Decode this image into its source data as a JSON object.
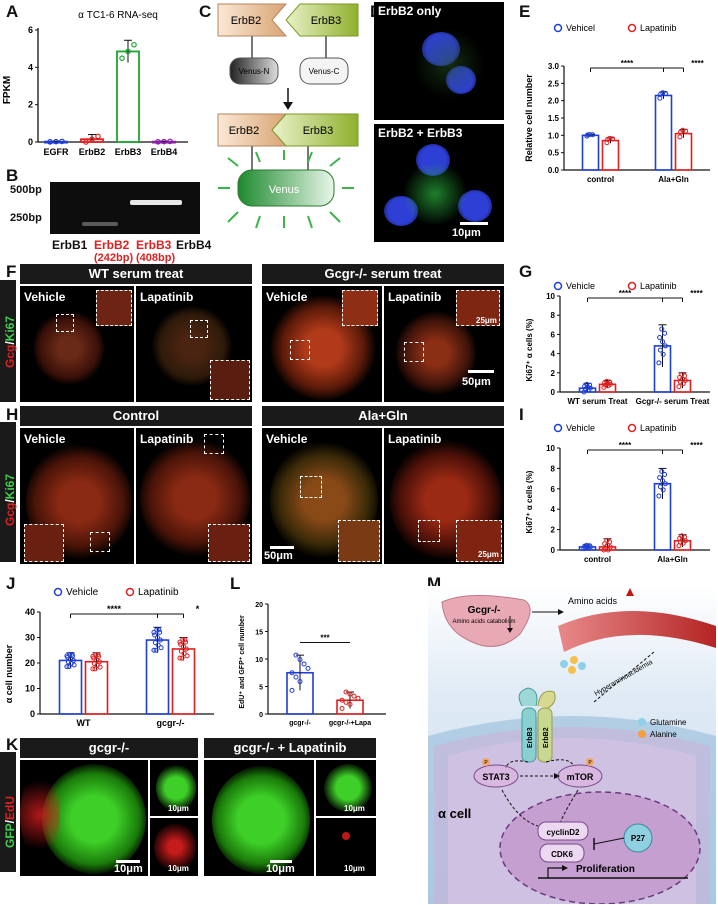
{
  "labels": {
    "A": "A",
    "B": "B",
    "C": "C",
    "D": "D",
    "E": "E",
    "F": "F",
    "G": "G",
    "H": "H",
    "I": "I",
    "J": "J",
    "K": "K",
    "L": "L",
    "M": "M"
  },
  "colors": {
    "blue": "#1f3fd6",
    "red": "#e02020",
    "green": "#19a62e",
    "purple": "#8a1fa8"
  },
  "panel_A": {
    "chart_data": {
      "type": "bar",
      "title": "α TC1-6 RNA-seq",
      "ylabel": "FPKM",
      "categories": [
        "EGFR",
        "ErbB2",
        "ErbB3",
        "ErbB4"
      ],
      "values": [
        0.02,
        0.15,
        4.85,
        0.02
      ],
      "errors": [
        0.02,
        0.25,
        0.6,
        0.02
      ],
      "ylim": [
        0,
        6
      ],
      "yticks": [
        "0",
        "2",
        "4",
        "6"
      ]
    }
  },
  "panel_B": {
    "markers": [
      "500bp",
      "250bp"
    ],
    "lanes": [
      "ErbB1",
      "ErbB2",
      "ErbB3",
      "ErbB4"
    ],
    "sizes": [
      "",
      "(242bp)",
      "(408bp)",
      ""
    ]
  },
  "panel_C": {
    "top_left": "ErbB2",
    "top_right": "ErbB3",
    "venus_n": "Venus-N",
    "venus_c": "Venus-C",
    "bottom_left": "ErbB2",
    "bottom_right": "ErbB3",
    "venus": "Venus"
  },
  "panel_D": {
    "top": "ErbB2 only",
    "bottom": "ErbB2 + ErbB3",
    "scale": "10μm"
  },
  "panel_E": {
    "chart_data": {
      "type": "bar",
      "legend": [
        "Vehicel",
        "Lapatinib"
      ],
      "ylabel": "Relative cell number",
      "categories": [
        "control",
        "Ala+Gln"
      ],
      "series": [
        {
          "name": "Vehicel",
          "values": [
            1.0,
            2.15
          ],
          "errors": [
            0.03,
            0.1
          ]
        },
        {
          "name": "Lapatinib",
          "values": [
            0.85,
            1.05
          ],
          "errors": [
            0.08,
            0.12
          ]
        }
      ],
      "ylim": [
        0,
        3
      ],
      "yticks": [
        "0.0",
        "0.5",
        "1.0",
        "1.5",
        "2.0",
        "2.5",
        "3.0"
      ],
      "sig": [
        "****",
        "****"
      ]
    }
  },
  "panel_F": {
    "headers": [
      "WT serum treat",
      "Gcgr-/- serum treat"
    ],
    "side": [
      "Gcg",
      "/",
      "Ki67"
    ],
    "subs": [
      "Vehicle",
      "Lapatinib",
      "Vehicle",
      "Lapatinib"
    ],
    "scale_small": "25μm",
    "scale": "50μm"
  },
  "panel_G": {
    "chart_data": {
      "type": "bar",
      "legend": [
        "Vehicle",
        "Lapatinib"
      ],
      "ylabel": "Ki67⁺ α cells (%)",
      "categories": [
        "WT serum Treat",
        "Gcgr-/- serum Treat"
      ],
      "series": [
        {
          "name": "Vehicle",
          "values": [
            0.4,
            4.8
          ],
          "errors": [
            0.5,
            2.2
          ]
        },
        {
          "name": "Lapatinib",
          "values": [
            0.8,
            1.2
          ],
          "errors": [
            0.4,
            0.8
          ]
        }
      ],
      "ylim": [
        0,
        10
      ],
      "yticks": [
        "0",
        "2",
        "4",
        "6",
        "8",
        "10"
      ],
      "sig": [
        "****",
        "****"
      ]
    }
  },
  "panel_H": {
    "headers": [
      "Control",
      "Ala+Gln"
    ],
    "side": [
      "Gcg",
      "/",
      "Ki67"
    ],
    "subs": [
      "Vehicle",
      "Lapatinib",
      "Vehicle",
      "Lapatinib"
    ],
    "scale": "50μm",
    "scale_small": "25μm"
  },
  "panel_I": {
    "chart_data": {
      "type": "bar",
      "legend": [
        "Vehicle",
        "Lapatinib"
      ],
      "ylabel": "Ki67⁺ α cells (%)",
      "categories": [
        "control",
        "Ala+Gln"
      ],
      "series": [
        {
          "name": "Vehicle",
          "values": [
            0.3,
            6.5
          ],
          "errors": [
            0.2,
            1.5
          ]
        },
        {
          "name": "Lapatinib",
          "values": [
            0.3,
            0.9
          ],
          "errors": [
            0.8,
            0.6
          ]
        }
      ],
      "ylim": [
        0,
        10
      ],
      "yticks": [
        "0",
        "2",
        "4",
        "6",
        "8",
        "10"
      ],
      "sig": [
        "****",
        "****"
      ]
    }
  },
  "panel_J": {
    "chart_data": {
      "type": "bar",
      "legend": [
        "Vehicle",
        "Lapatinib"
      ],
      "ylabel": "α cell number",
      "categories": [
        "WT",
        "gcgr-/-"
      ],
      "series": [
        {
          "name": "Vehicle",
          "values": [
            21,
            29
          ],
          "errors": [
            3,
            5
          ]
        },
        {
          "name": "Lapatinib",
          "values": [
            20.5,
            25.5
          ],
          "errors": [
            3.5,
            4.5
          ]
        }
      ],
      "ylim": [
        0,
        40
      ],
      "yticks": [
        "0",
        "10",
        "20",
        "30",
        "40"
      ],
      "sig": [
        "****",
        "*"
      ]
    }
  },
  "panel_K": {
    "headers": [
      "gcgr-/-",
      "gcgr-/- + Lapatinib"
    ],
    "side": [
      "GFP",
      "/",
      "EdU"
    ],
    "scale": "10μm"
  },
  "panel_L": {
    "chart_data": {
      "type": "bar",
      "ylabel": "EdU⁺ and GFP⁺ cell number",
      "categories": [
        "gcgr-/-",
        "gcgr-/-+Lapa"
      ],
      "values": [
        7.5,
        2.5
      ],
      "errors": [
        3.2,
        1.5
      ],
      "ylim": [
        0,
        20
      ],
      "yticks": [
        "0",
        "5",
        "10",
        "15",
        "20"
      ],
      "sig": "***"
    }
  },
  "panel_M": {
    "gcgr": "Gcgr-/-",
    "catabolism": "Amino acids catabolism",
    "amino_acids": "Amino acids",
    "hyper": "Hyperaminoacidemia",
    "glutamine": "Glutamine",
    "alanine": "Alanine",
    "erbb3": "ErbB3",
    "erbb2": "ErbB2",
    "stat3": "STAT3",
    "mtor": "mTOR",
    "p": "P",
    "alpha": "α cell",
    "cyclin": "cyclinD2",
    "cdk6": "CDK6",
    "p27": "P27",
    "prolif": "Proliferation"
  }
}
